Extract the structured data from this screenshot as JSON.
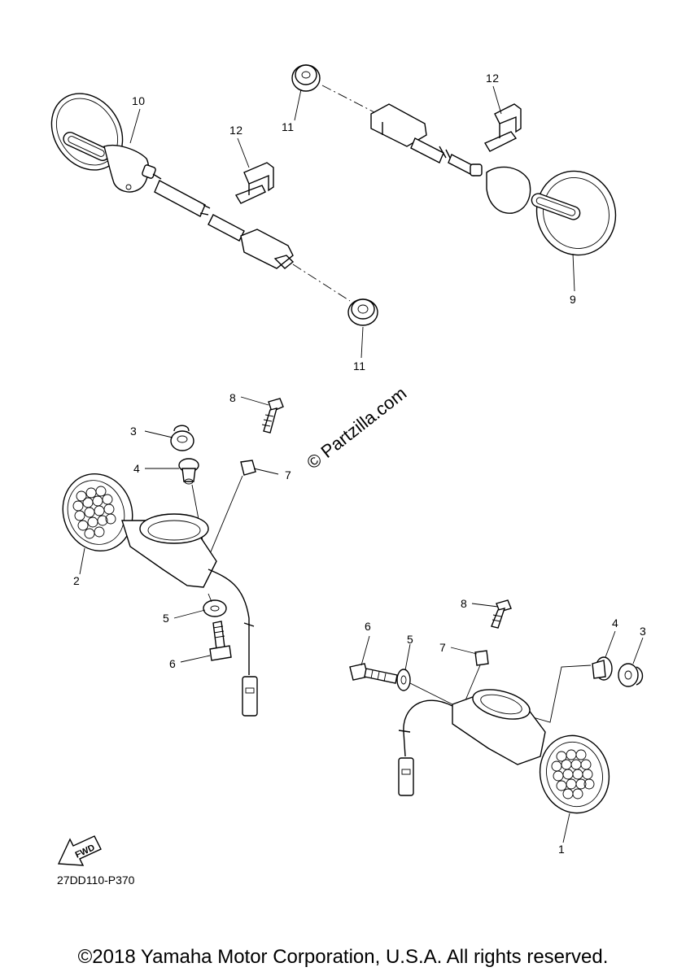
{
  "diagram": {
    "labels": [
      {
        "id": "p10",
        "text": "10"
      },
      {
        "id": "p12a",
        "text": "12"
      },
      {
        "id": "p11a",
        "text": "11"
      },
      {
        "id": "p12b",
        "text": "12"
      },
      {
        "id": "p9",
        "text": "9"
      },
      {
        "id": "p11b",
        "text": "11"
      },
      {
        "id": "p8a",
        "text": "8"
      },
      {
        "id": "p3a",
        "text": "3"
      },
      {
        "id": "p4a",
        "text": "4"
      },
      {
        "id": "p7a",
        "text": "7"
      },
      {
        "id": "p2",
        "text": "2"
      },
      {
        "id": "p5a",
        "text": "5"
      },
      {
        "id": "p6a",
        "text": "6"
      },
      {
        "id": "p8b",
        "text": "8"
      },
      {
        "id": "p6b",
        "text": "6"
      },
      {
        "id": "p5b",
        "text": "5"
      },
      {
        "id": "p7b",
        "text": "7"
      },
      {
        "id": "p4b",
        "text": "4"
      },
      {
        "id": "p3b",
        "text": "3"
      },
      {
        "id": "p1",
        "text": "1"
      }
    ],
    "fwd_label": "FWD",
    "watermark": "© Partzilla.com",
    "diagram_code": "27DD110-P370",
    "copyright": "©2018 Yamaha Motor Corporation, U.S.A. All rights reserved."
  }
}
